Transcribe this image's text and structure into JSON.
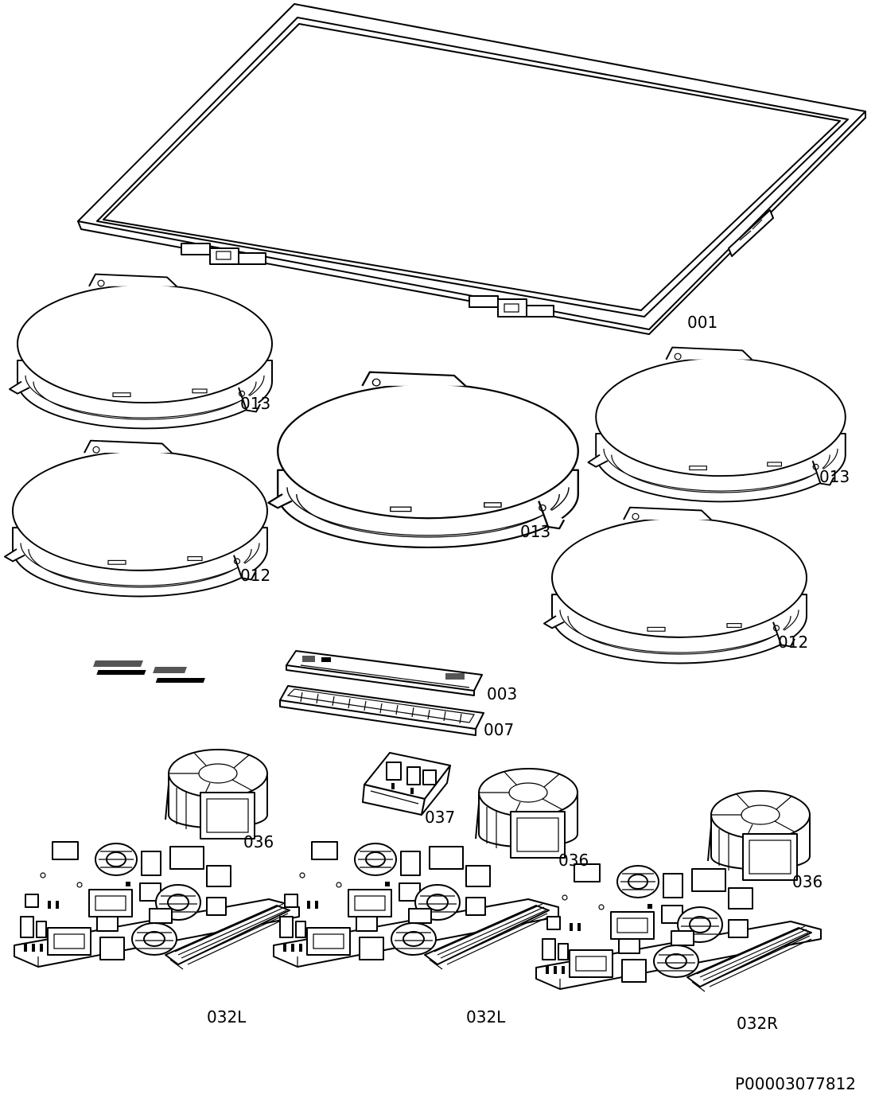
{
  "labels": {
    "frame": "001",
    "zone_top_left": "013",
    "zone_center": "013",
    "zone_right_top": "013",
    "zone_left_bottom": "012",
    "zone_right_bottom": "012",
    "control_board": "003",
    "control_support": "007",
    "filter_module": "037",
    "fan_left": "036",
    "fan_middle": "036",
    "fan_right": "036",
    "board_left": "032L",
    "board_middle": "032L",
    "board_right": "032R"
  },
  "drawing_id": "P00003077812"
}
